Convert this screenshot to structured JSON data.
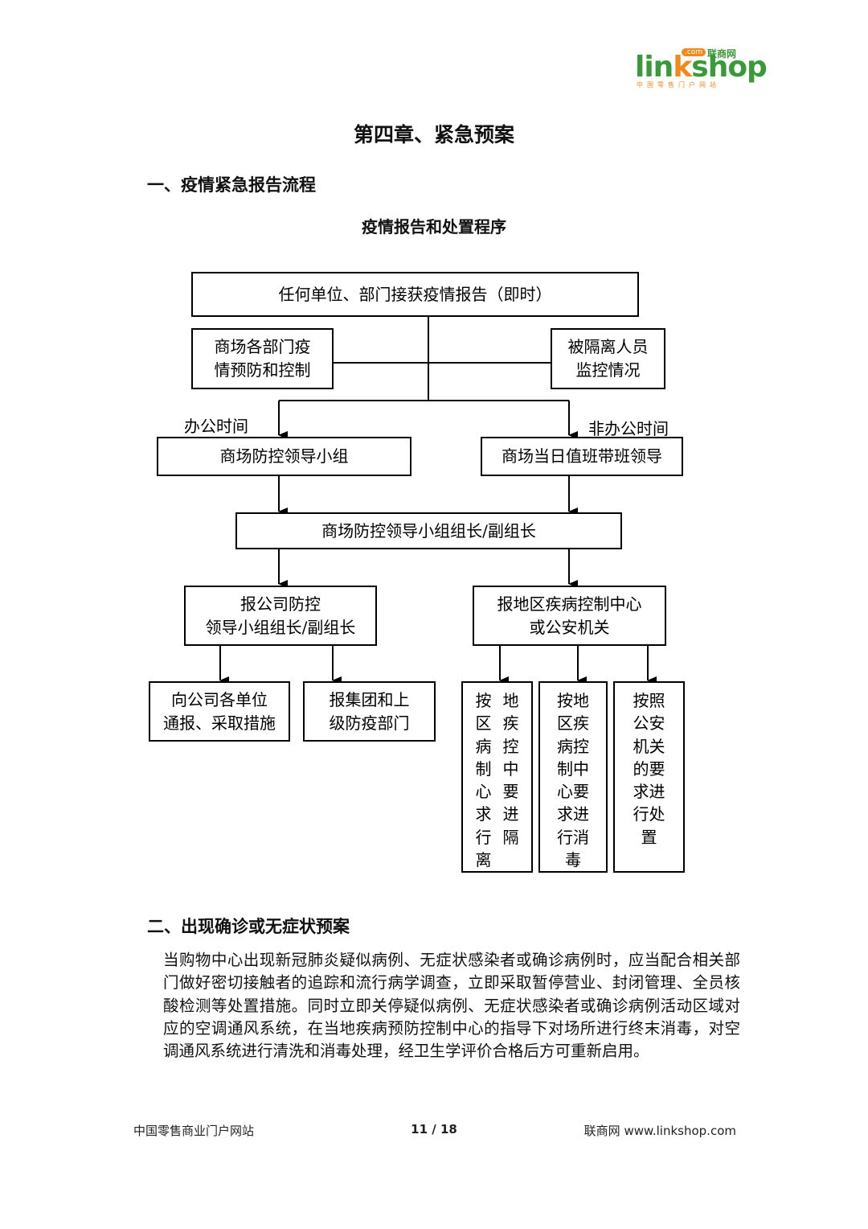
{
  "logo": {
    "wordmark_a": "lin",
    "wordmark_b": "k",
    "wordmark_c": "shop",
    "com_badge": ".com",
    "chinese_name": "联商网",
    "tagline": "中国零售门户网站"
  },
  "chapter_title": "第四章、紧急预案",
  "section1": {
    "heading": "一、疫情紧急报告流程",
    "chart_title": "疫情报告和处置程序"
  },
  "flowchart": {
    "top": "任何单位、部门接获疫情报告（即时）",
    "side_left": "商场各部门疫\n情预防和控制",
    "side_right": "被隔离人员\n监控情况",
    "label_office": "办公时间",
    "label_non_office": "非办公时间",
    "leader_group": "商场防控领导小组",
    "duty_leader": "商场当日值班带班领导",
    "group_leader": "商场防控领导小组组长/副组长",
    "report_company": "报公司防控\n领导小组组长/副组长",
    "report_cdc": "报地区疾病控制中心\n或公安机关",
    "notify_units": "向公司各单位\n通报、采取措施",
    "report_group": "报集团和上\n级防疫部门",
    "isolation_col1": "按\n区\n病\n制\n心\n求\n行\n离",
    "isolation_col2": "地\n疾\n控\n中\n要\n进\n隔",
    "disinfection": "按地\n区疾\n病控\n制中\n心要\n求进\n行消\n毒",
    "police": "按照\n公安\n机关\n的要\n求进\n行处\n置"
  },
  "section2": {
    "heading": "二、出现确诊或无症状预案",
    "body": "当购物中心出现新冠肺炎疑似病例、无症状感染者或确诊病例时，应当配合相关部门做好密切接触者的追踪和流行病学调查，立即采取暂停营业、封闭管理、全员核酸检测等处置措施。同时立即关停疑似病例、无症状感染者或确诊病例活动区域对应的空调通风系统，在当地疾病预防控制中心的指导下对场所进行终末消毒，对空调通风系统进行清洗和消毒处理，经卫生学评价合格后方可重新启用。"
  },
  "footer": {
    "left": "中国零售商业门户网站",
    "page": "11 / 18",
    "right": "联商网 www.linkshop.com"
  }
}
